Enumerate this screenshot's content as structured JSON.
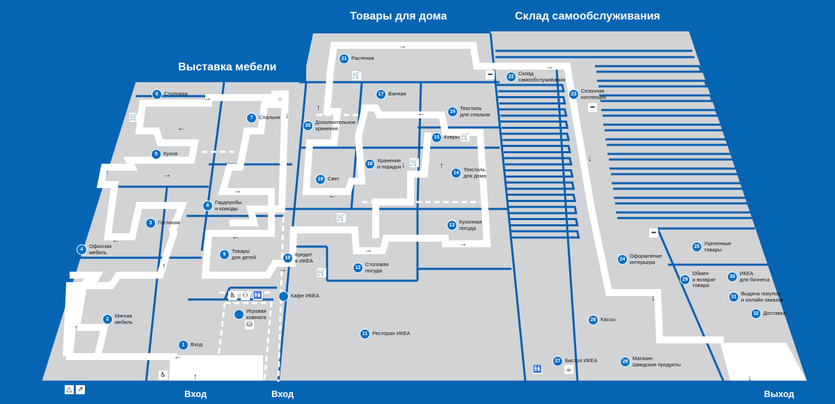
{
  "zones": {
    "furniture_showroom": "Выставка мебели",
    "home_goods": "Товары для дома",
    "self_service_warehouse": "Склад самообслуживания"
  },
  "entrances": {
    "entrance_1": "Вход",
    "entrance_2": "Вход",
    "exit": "Выход"
  },
  "departments": [
    {
      "num": "1",
      "label": "Вход"
    },
    {
      "num": "2",
      "label": "Мягкая\nмебель"
    },
    {
      "num": "3",
      "label": "Гостиная"
    },
    {
      "num": "4",
      "label": "Офисная\nмебель"
    },
    {
      "num": "5",
      "label": "Кухня"
    },
    {
      "num": "6",
      "label": "Столовая"
    },
    {
      "num": "7",
      "label": "Спальня"
    },
    {
      "num": "8",
      "label": "Гардеробы\nи комоды"
    },
    {
      "num": "9",
      "label": "Товары\nдля детей"
    },
    {
      "num": "10",
      "label": "Кредит\nв ИКЕА"
    },
    {
      "num": "11",
      "label": "Ресторан ИКЕА"
    },
    {
      "num": "12",
      "label": "Столовая\nпосуда"
    },
    {
      "num": "13",
      "label": "Кухонная\nпосуда"
    },
    {
      "num": "14",
      "label": "Текстиль\nдля дома"
    },
    {
      "num": "15",
      "label": "Ковры"
    },
    {
      "num": "16",
      "label": "Текстиль\nдля спальни"
    },
    {
      "num": "17",
      "label": "Ванная"
    },
    {
      "num": "18",
      "label": "Хранение\nи порядок"
    },
    {
      "num": "19",
      "label": "Свет"
    },
    {
      "num": "20",
      "label": "Дополнительное\nхранение"
    },
    {
      "num": "21",
      "label": "Растения"
    },
    {
      "num": "22",
      "label": "Склад\nсамообслуживания"
    },
    {
      "num": "23",
      "label": "Сезонная\nколлекция"
    },
    {
      "num": "24",
      "label": "Оформление\nинтерьера"
    },
    {
      "num": "25",
      "label": "Уцененные\nтовары"
    },
    {
      "num": "26",
      "label": "Кассы"
    },
    {
      "num": "27",
      "label": "Бистро ИКЕА"
    },
    {
      "num": "28",
      "label": "Магазин\nШведские продукты"
    },
    {
      "num": "29",
      "label": "Обмен\nи возврат\nтовара"
    },
    {
      "num": "30",
      "label": "ИКЕА\nдля бизнеса"
    },
    {
      "num": "31",
      "label": "Выдача покупок\nи онлайн-заказов"
    },
    {
      "num": "32",
      "label": "Доставка"
    }
  ],
  "facilities": {
    "cafe": "Кафе ИКЕА",
    "playroom": "Игровая\nкомната"
  },
  "icons": {
    "cart": "shopping-cart-icon",
    "trolley": "trolley-icon",
    "wheelchair": "wheelchair-icon",
    "baby_care": "baby-care-icon",
    "restroom": "restroom-icon",
    "coffee": "coffee-cup-icon",
    "cloakroom": "coat-hanger-icon",
    "escalator": "escalator-icon",
    "play": "children-play-icon"
  },
  "colors": {
    "background": "#0565b3",
    "floor": "#d2d3d5",
    "walls": "#0a5fb0",
    "path": "#ffffff",
    "badge": "#0a6fc2"
  }
}
